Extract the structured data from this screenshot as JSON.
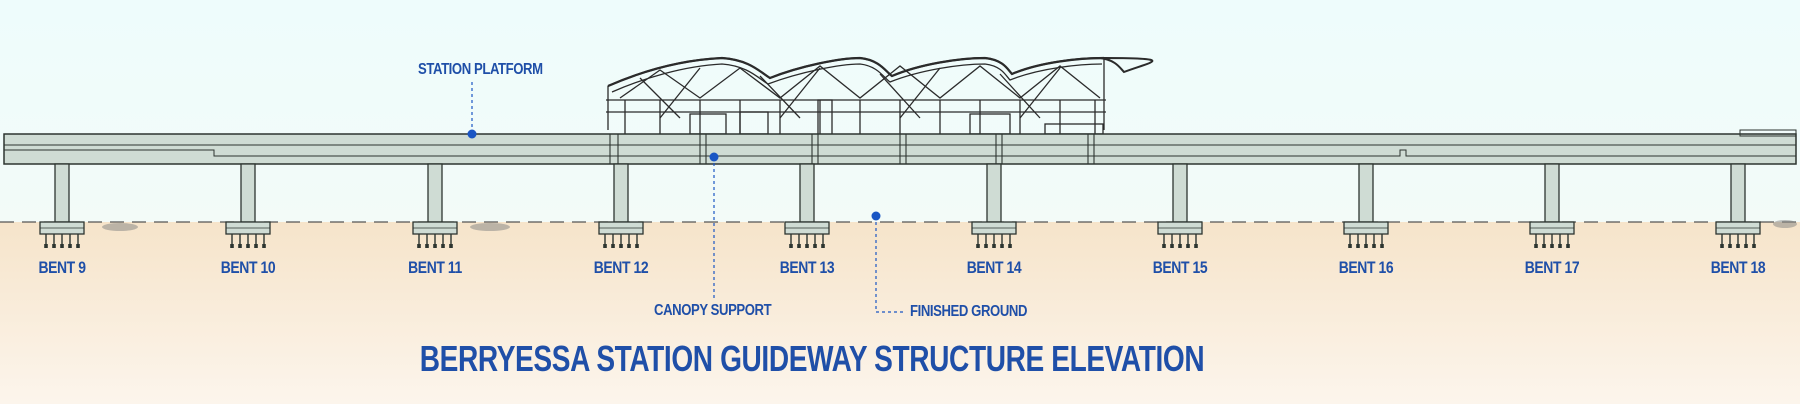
{
  "title": "BERRYESSA STATION GUIDEWAY STRUCTURE ELEVATION",
  "callouts": {
    "station_platform": "STATION PLATFORM",
    "canopy_support": "CANOPY SUPPORT",
    "finished_ground": "FINISHED GROUND"
  },
  "bents": [
    "BENT 9",
    "BENT 10",
    "BENT 11",
    "BENT 12",
    "BENT 13",
    "BENT 14",
    "BENT 15",
    "BENT 16",
    "BENT 17",
    "BENT 18"
  ],
  "colors": {
    "sky_top": "#eefbfb",
    "ground": "#f8e7cf",
    "label_blue": "#1f4fa8",
    "structure_fill": "#cfdcd4",
    "structure_line": "#2d3530",
    "marker": "#1a56c4"
  }
}
